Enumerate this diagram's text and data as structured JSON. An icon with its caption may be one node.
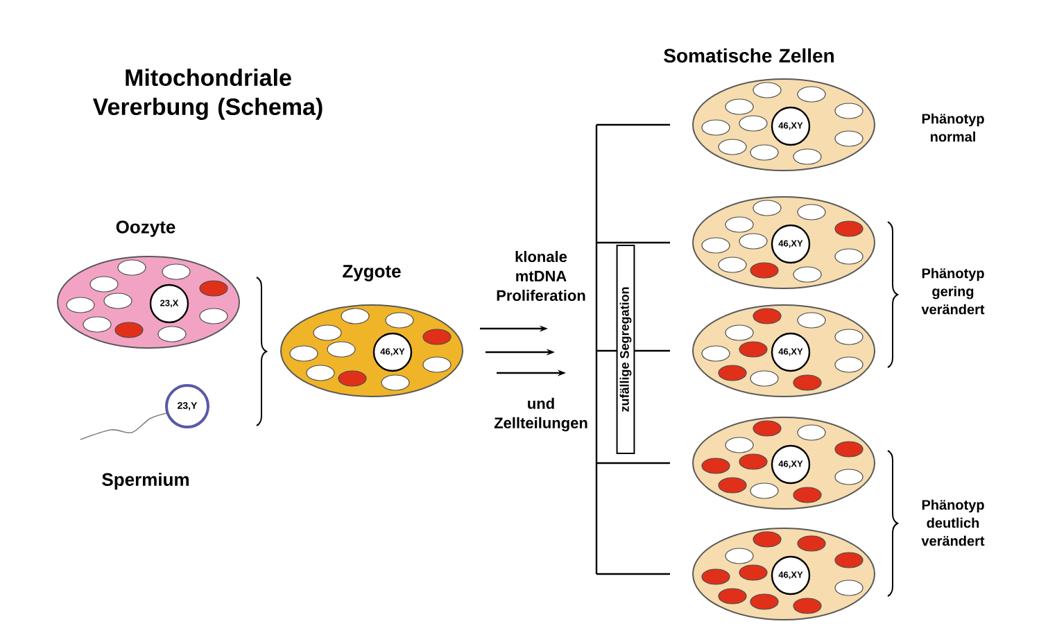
{
  "diagram": {
    "title": "Mitochondriale Vererbung (Schema)",
    "nodes": [
      {
        "text": [
          "Oozyte"
        ]
      },
      {
        "text": [
          "23,X"
        ],
        "in": 0
      },
      {
        "text": [
          "23,Y"
        ],
        "beside": [
          "Spermium"
        ]
      },
      {
        "text": [
          "Zygote"
        ]
      },
      {
        "text": [
          "46,XY"
        ],
        "in": 3
      },
      {
        "text": [
          "zufällige Segregation"
        ]
      },
      {
        "text": [],
        "shape": "ellipse"
      },
      {
        "text": [
          "46,XY"
        ],
        "in": 6
      },
      {
        "text": [],
        "shape": "ellipse"
      },
      {
        "text": [
          "46,XY"
        ],
        "in": 8
      },
      {
        "text": [],
        "shape": "ellipse"
      },
      {
        "text": [
          "46,XY"
        ],
        "in": 10
      },
      {
        "text": [],
        "shape": "ellipse"
      },
      {
        "text": [
          "46,XY"
        ],
        "in": 12
      },
      {
        "text": [],
        "shape": "ellipse"
      },
      {
        "text": [
          "46,XY"
        ],
        "in": 14
      }
    ],
    "labels": [
      "Somatische Zellen",
      "klonale mtDNA Proliferation",
      "und Zellteilungen",
      "Phänotyp normal",
      "Phänotyp gering verändert",
      "Phänotyp deutlich verändert"
    ]
  }
}
